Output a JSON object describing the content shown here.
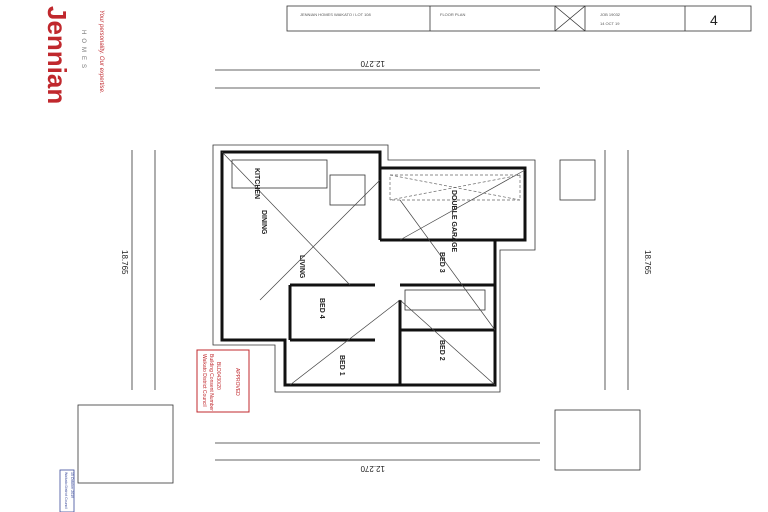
{
  "logo": {
    "brand": "Jennian",
    "sub": "HOMES",
    "tagline": "Your personality. Our expertise.",
    "color": "#c0282d"
  },
  "title_block": {
    "client": "JENNIAN HOMES WAIKATO / LOT 108",
    "drawing": "FLOOR PLAN",
    "date": "14 OCT 19",
    "job": "JOB 19032",
    "sheet": "4"
  },
  "dimensions": {
    "overall_width": "12.270",
    "overall_depth": "18.765"
  },
  "rooms": {
    "kitchen": "KITCHEN",
    "dining": "DINING",
    "living": "LIVING",
    "garage": "DOUBLE GARAGE",
    "bed4": "BED 4",
    "bed3": "BED 3",
    "bed2": "BED 2",
    "bed1": "BED 1"
  },
  "stamp": {
    "council": "Waikato District Council",
    "label": "Building Consent Number",
    "number": "BLD0430/20",
    "status": "APPROVED",
    "color": "#c0282d"
  },
  "side_stamp": {
    "council": "Waikato District Council",
    "date": "15 October 2019"
  },
  "colors": {
    "stamp_border": "#c0282d",
    "side_stamp_border": "#3a4a9a"
  }
}
